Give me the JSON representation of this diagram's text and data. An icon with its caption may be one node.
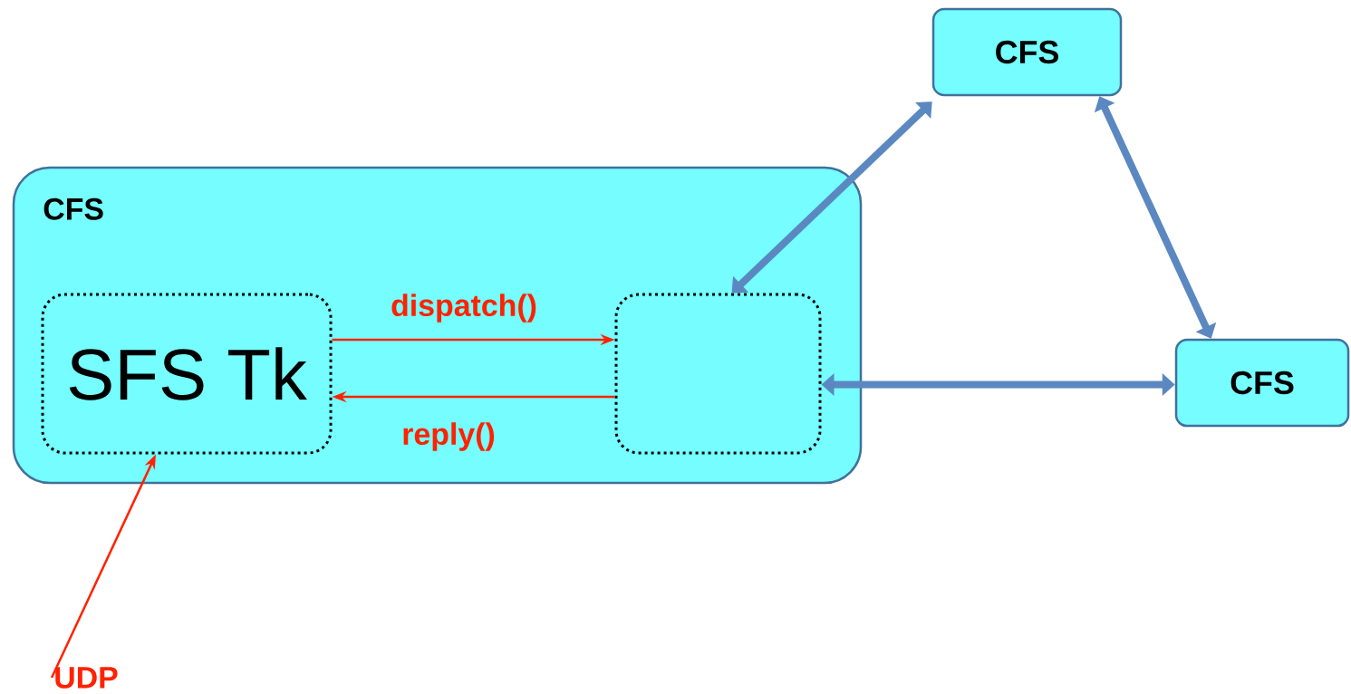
{
  "diagram": {
    "nodes": [
      {
        "text": [
          "CFS"
        ]
      },
      {
        "text": [
          "SFS Tk"
        ],
        "in": 0
      },
      {
        "text": [],
        "shape": "box",
        "in": 0
      },
      {
        "text": [
          "CFS"
        ]
      },
      {
        "text": [
          "CFS"
        ]
      },
      {
        "text": [
          "UDP"
        ]
      }
    ],
    "edges": [
      {
        "from": 1,
        "to": 2,
        "arrow": "to",
        "label": "dispatch()",
        "color": "#ff2200"
      },
      {
        "from": 2,
        "to": 1,
        "arrow": "to",
        "label": "reply()",
        "color": "#ff2200"
      },
      {
        "from": 5,
        "to": 1,
        "arrow": "to",
        "color": "#ff2200"
      },
      {
        "from": 2,
        "to": 3,
        "arrow": "both",
        "style": "thick",
        "color": "#5b88c0"
      },
      {
        "from": 3,
        "to": 4,
        "arrow": "both",
        "style": "thick",
        "color": "#5b88c0"
      },
      {
        "from": 2,
        "to": 4,
        "arrow": "both",
        "style": "thick",
        "color": "#5b88c0"
      }
    ]
  }
}
